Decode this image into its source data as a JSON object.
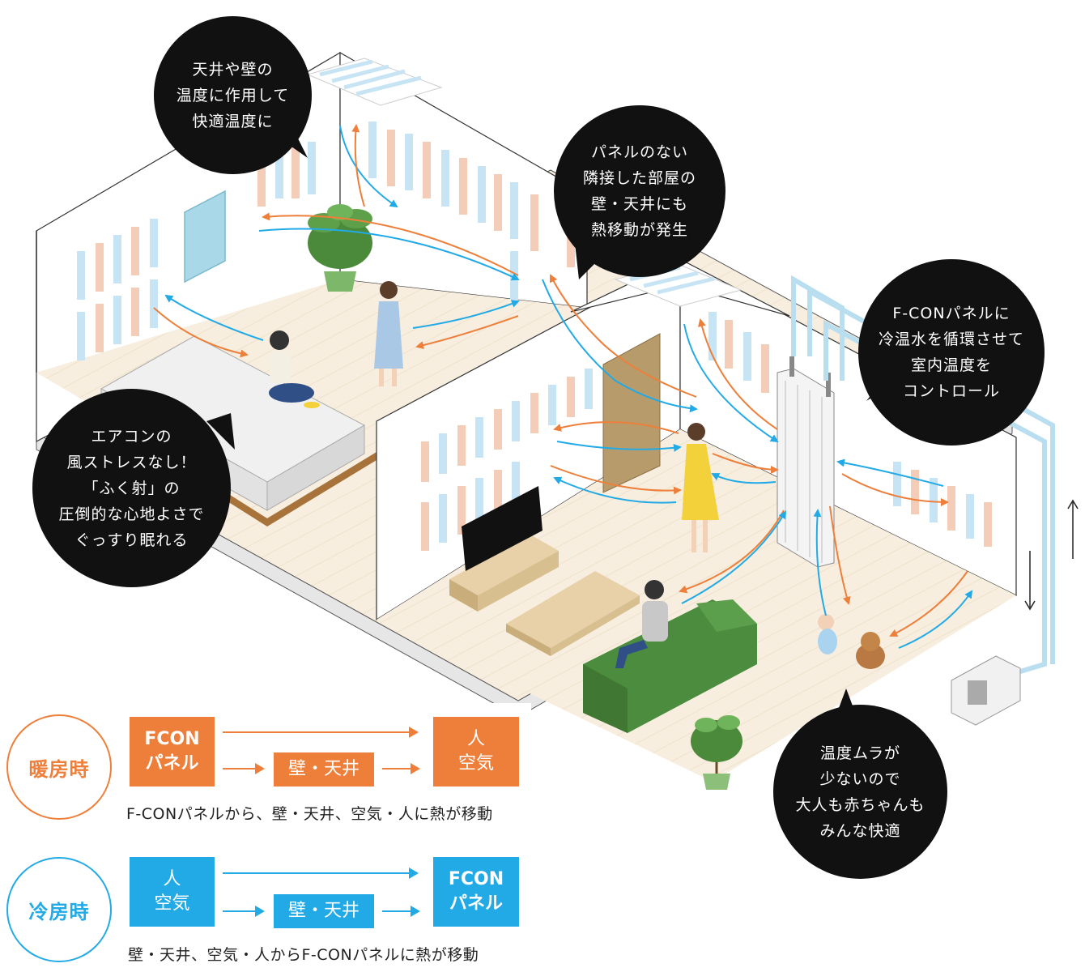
{
  "bubbles": {
    "ceiling_wall": {
      "lines": [
        "天井や壁の",
        "温度に作用して",
        "快適温度に"
      ]
    },
    "adjacent_room": {
      "lines": [
        "パネルのない",
        "隣接した部屋の",
        "壁・天井にも",
        "熱移動が発生"
      ]
    },
    "fcon_panel": {
      "lines": [
        "F-CONパネルに",
        "冷温水を循環させて",
        "室内温度を",
        "コントロール"
      ]
    },
    "air_conditioner": {
      "lines": [
        "エアコンの",
        "風ストレスなし！",
        "「ふく射」の",
        "圧倒的な心地よさで",
        "ぐっすり眠れる"
      ]
    },
    "temperature": {
      "lines": [
        "温度ムラが",
        "少ないので",
        "大人も赤ちゃんも",
        "みんな快適"
      ]
    }
  },
  "legend": {
    "heating": {
      "mode": "暖房時",
      "source": [
        "FCON",
        "パネル"
      ],
      "middle": "壁・天井",
      "target": [
        "人",
        "空気"
      ],
      "caption": "F-CONパネルから、壁・天井、空気・人に熱が移動"
    },
    "cooling": {
      "mode": "冷房時",
      "source": [
        "人",
        "空気"
      ],
      "middle": "壁・天井",
      "target": [
        "FCON",
        "パネル"
      ],
      "caption": "壁・天井、空気・人からF-CONパネルに熱が移動"
    }
  },
  "colors": {
    "heating": "#ee7f3a",
    "cooling": "#22aae6",
    "bubble": "#111111",
    "floor": "#f6ecdc",
    "wall_stripe_warm": "#f3cdb8",
    "wall_stripe_cool": "#c7e4f4",
    "sofa": "#4c8c3e",
    "dress": "#f3d13a",
    "door": "#b89b6a"
  }
}
